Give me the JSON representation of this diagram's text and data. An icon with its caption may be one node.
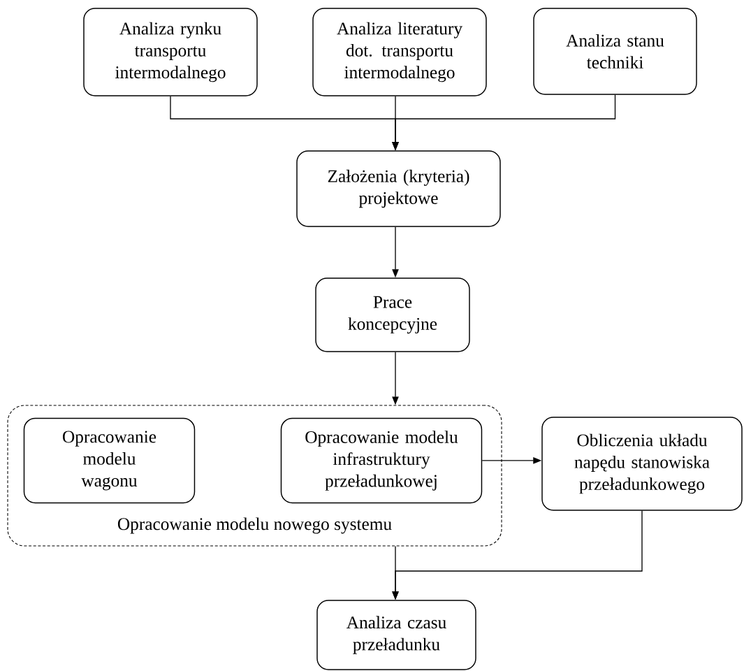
{
  "diagram": {
    "nodes": [
      {
        "text": [
          "Analiza rynku transportu intermodalnego"
        ]
      },
      {
        "text": [
          "Analiza literatury dot. transportu intermodalnego"
        ]
      },
      {
        "text": [
          "Analiza stanu techniki"
        ]
      },
      {
        "text": [
          "Założenia (kryteria) projektowe"
        ]
      },
      {
        "text": [
          "Prace koncepcyjne"
        ]
      },
      {
        "text": [
          "Opracowanie modelu nowego systemu"
        ]
      },
      {
        "text": [
          "Opracowanie modelu wagonu"
        ],
        "in": 5
      },
      {
        "text": [
          "Opracowanie modelu infrastruktury przeładunkowej"
        ],
        "in": 5
      },
      {
        "text": [
          "Obliczenia układu napędu stanowiska przeładunkowego"
        ]
      },
      {
        "text": [
          "Analiza czasu przeładunku"
        ]
      }
    ],
    "edges": [
      {
        "from": 0,
        "to": 3,
        "arrow": "to"
      },
      {
        "from": 1,
        "to": 3,
        "arrow": "to"
      },
      {
        "from": 2,
        "to": 3,
        "arrow": "to"
      },
      {
        "from": 3,
        "to": 4,
        "arrow": "to"
      },
      {
        "from": 4,
        "to": 5,
        "arrow": "to"
      },
      {
        "from": 7,
        "to": 8,
        "arrow": "to"
      },
      {
        "from": 5,
        "to": 9,
        "arrow": "to"
      },
      {
        "from": 8,
        "to": 9,
        "arrow": "to"
      }
    ]
  }
}
